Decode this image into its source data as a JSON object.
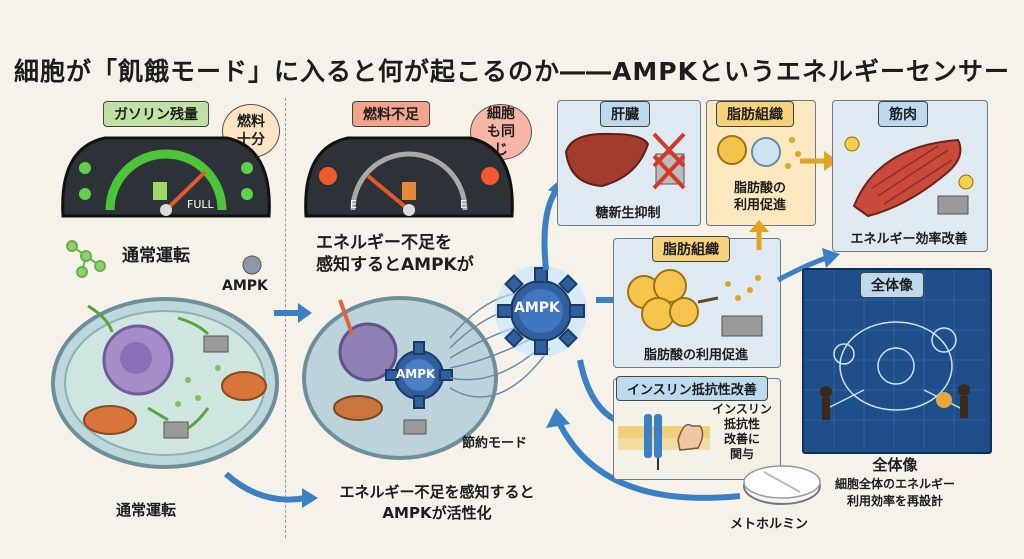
{
  "title": "細胞が「飢餓モード」に入ると何が起こるのか――AMPKというエネルギーセンサー",
  "gauge_left": {
    "tag": "ガソリン残量",
    "bubble": "燃料十分",
    "full_label": "FULL"
  },
  "gauge_right": {
    "tag": "燃料不足",
    "bubble": "細胞も同じ",
    "e_left": "E",
    "e_right": "E"
  },
  "cell_left": {
    "heading": "通常運転",
    "ampk_label": "AMPK",
    "caption": "通常運転"
  },
  "cell_right": {
    "heading_line1": "エネルギー不足を",
    "heading_line2": "感知するとAMPKが",
    "gear_label": "AMPK",
    "saving_mode": "節約モード",
    "caption_line1": "エネルギー不足を感知すると",
    "caption_line2": "AMPKが活性化"
  },
  "central_gear": "AMPK",
  "liver": {
    "tag": "肝臓",
    "caption": "糖新生抑制"
  },
  "fat_top": {
    "tag": "脂肪組織",
    "caption_line1": "脂肪酸の",
    "caption_line2": "利用促進"
  },
  "muscle": {
    "tag": "筋肉",
    "caption": "エネルギー効率改善"
  },
  "fat_mid": {
    "tag": "脂肪組織",
    "caption": "脂肪酸の利用促進"
  },
  "insulin": {
    "tag": "インスリン抵抗性改善",
    "text": [
      "インスリン",
      "抵抗性",
      "改善に",
      "関与"
    ]
  },
  "overview": {
    "tag": "全体像",
    "heading": "全体像",
    "line1": "細胞全体のエネルギー",
    "line2": "利用効率を再設計"
  },
  "metformin": "メトホルミン",
  "colors": {
    "accent_blue": "#3b7fc4",
    "gear_blue": "#2f5f9e",
    "green_arrow": "#5aa33c",
    "panel_blue": "#dfe9f2",
    "blueprint": "#1f4f8a"
  }
}
